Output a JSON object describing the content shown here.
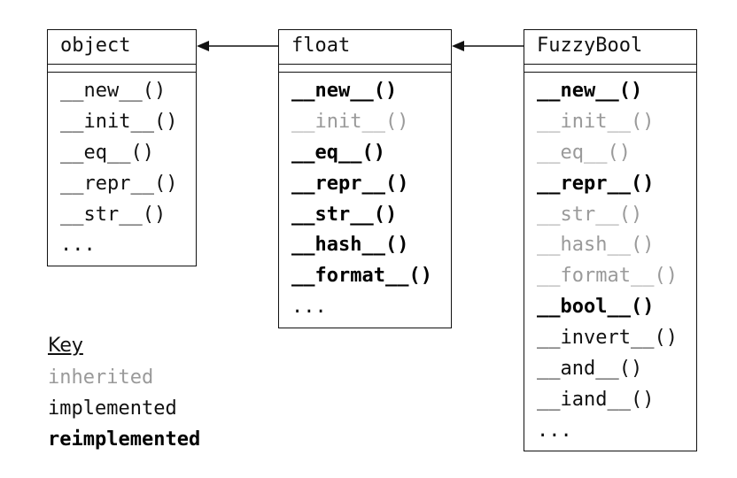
{
  "classes": [
    {
      "name": "object",
      "methods": [
        {
          "label": "__new__()",
          "kind": "implemented"
        },
        {
          "label": "__init__()",
          "kind": "implemented"
        },
        {
          "label": "__eq__()",
          "kind": "implemented"
        },
        {
          "label": "__repr__()",
          "kind": "implemented"
        },
        {
          "label": "__str__()",
          "kind": "implemented"
        },
        {
          "label": "...",
          "kind": "implemented"
        }
      ]
    },
    {
      "name": "float",
      "methods": [
        {
          "label": "__new__()",
          "kind": "reimplemented"
        },
        {
          "label": "__init__()",
          "kind": "inherited"
        },
        {
          "label": "__eq__()",
          "kind": "reimplemented"
        },
        {
          "label": "__repr__()",
          "kind": "reimplemented"
        },
        {
          "label": "__str__()",
          "kind": "reimplemented"
        },
        {
          "label": "__hash__()",
          "kind": "reimplemented"
        },
        {
          "label": "__format__()",
          "kind": "reimplemented"
        },
        {
          "label": "...",
          "kind": "implemented"
        }
      ]
    },
    {
      "name": "FuzzyBool",
      "methods": [
        {
          "label": "__new__()",
          "kind": "reimplemented"
        },
        {
          "label": "__init__()",
          "kind": "inherited"
        },
        {
          "label": "__eq__()",
          "kind": "inherited"
        },
        {
          "label": "__repr__()",
          "kind": "reimplemented"
        },
        {
          "label": "__str__()",
          "kind": "inherited"
        },
        {
          "label": "__hash__()",
          "kind": "inherited"
        },
        {
          "label": "__format__()",
          "kind": "inherited"
        },
        {
          "label": "__bool__()",
          "kind": "reimplemented"
        },
        {
          "label": "__invert__()",
          "kind": "implemented"
        },
        {
          "label": "__and__()",
          "kind": "implemented"
        },
        {
          "label": "__iand__()",
          "kind": "implemented"
        },
        {
          "label": "...",
          "kind": "implemented"
        }
      ]
    }
  ],
  "key": {
    "title": "Key",
    "inherited": "inherited",
    "implemented": "implemented",
    "reimplemented": "reimplemented"
  },
  "colors": {
    "inherited": "#9a9a9a",
    "implemented": "#111111",
    "line": "#111111"
  }
}
